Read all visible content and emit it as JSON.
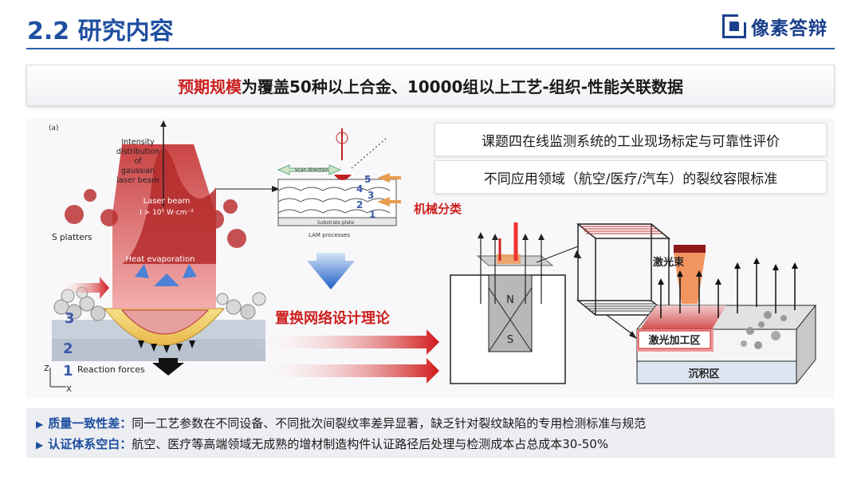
{
  "header": {
    "title": "2.2 研究内容",
    "logo_text": "像素答辩"
  },
  "banner": {
    "highlight": "预期规模",
    "rest": "为覆盖50种以上合金、10000组以上工艺-组织-性能关联数据"
  },
  "figure": {
    "panel_label": "(a)",
    "intensity_label_lines": [
      "Intensity",
      "distribution",
      "of",
      "gaussian",
      "laser beam"
    ],
    "laser_beam_label": "Laser beam",
    "laser_power_label": "I > 10⁵ W·cm⁻²",
    "s_platters_label": "S platters",
    "heat_evaporation_label": "Heat evaporation",
    "reaction_forces_label": "Reaction forces",
    "layer_numbers": [
      "3",
      "2",
      "1"
    ],
    "axis_z": "Z",
    "axis_x": "X",
    "scan_direction_label": "Scan direction",
    "substrate_label": "Substrate plate",
    "lam_label": "LAM processes",
    "stack_numbers": [
      "5",
      "4",
      "3",
      "2",
      "1"
    ],
    "mech_label": "机械分类",
    "replace_label": "置换网络设计理论",
    "magnet_n": "N",
    "magnet_s": "S",
    "laser_beam_cn": "激光束",
    "processing_zone_cn": "激光加工区",
    "deposition_zone_cn": "沉积区"
  },
  "right_boxes": [
    "课题四在线监测系统的工业现场标定与可靠性评价",
    "不同应用领域（航空/医疗/汽车）的裂纹容限标准"
  ],
  "bullets": [
    {
      "key": "质量一致性差：",
      "text": "同一工艺参数在不同设备、不同批次间裂纹率差异显著，缺乏针对裂纹缺陷的专用检测标准与规范"
    },
    {
      "key": "认证体系空白：",
      "text": "航空、医疗等高端领域无成熟的增材制造构件认证路径后处理与检测成本占总成本30-50%"
    }
  ],
  "colors": {
    "brand_blue": "#1f4fa0",
    "accent_red": "#cc1f1f"
  }
}
